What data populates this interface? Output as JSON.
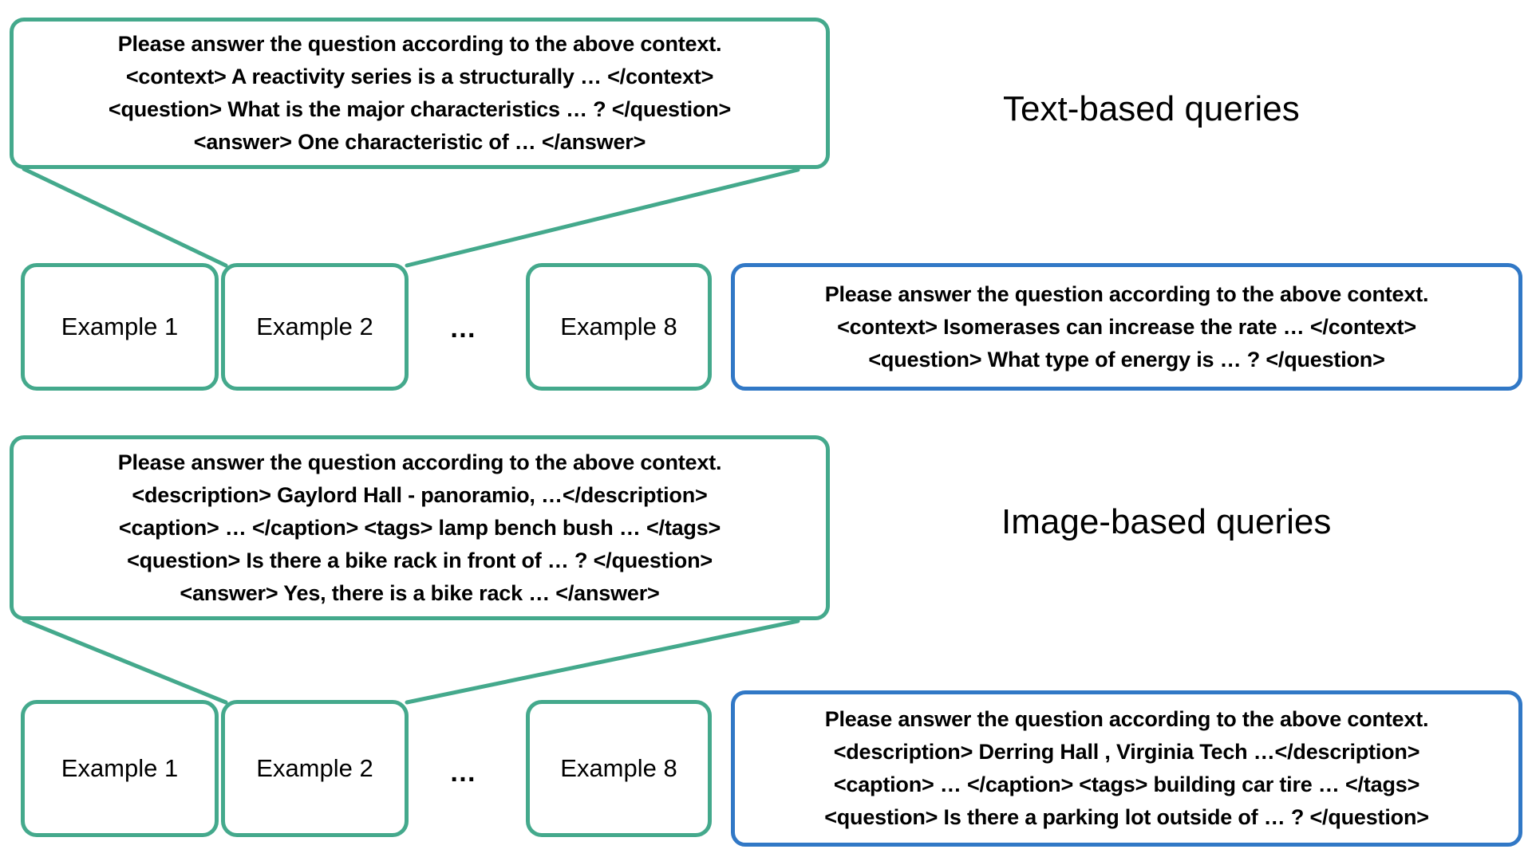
{
  "figure": {
    "sections": [
      {
        "id": "text-based",
        "title": "Text-based queries",
        "prompt_box": {
          "border_color": "#44a98c",
          "lines": [
            "Please answer the question according to the above context.",
            "<context> A reactivity series is a structurally … </context>",
            "<question> What is the major characteristics … ? </question>",
            "<answer> One characteristic of …  </answer>"
          ]
        },
        "query_box": {
          "border_color": "#3178c6",
          "lines": [
            "Please answer the question according to the above context.",
            "<context> Isomerases can increase the rate … </context>",
            "<question> What type of energy is  … ? </question>"
          ]
        },
        "examples": [
          {
            "label": "Example 1"
          },
          {
            "label": "Example 2"
          },
          {
            "label": "Example 8"
          }
        ],
        "ellipsis": "…"
      },
      {
        "id": "image-based",
        "title": "Image-based queries",
        "prompt_box": {
          "border_color": "#44a98c",
          "lines": [
            "Please answer the question according to the above context.",
            "<description> Gaylord Hall - panoramio, …</description>",
            "<caption> … </caption> <tags> lamp bench bush … </tags>",
            "<question> Is there a bike rack in front of … ? </question>",
            "<answer> Yes, there is a bike rack …  </answer>"
          ]
        },
        "query_box": {
          "border_color": "#3178c6",
          "lines": [
            "Please answer the question according to the above context.",
            "<description> Derring Hall , Virginia Tech …</description>",
            "<caption> … </caption> <tags> building car tire … </tags>",
            "<question> Is there a parking lot outside of … ? </question>"
          ]
        },
        "examples": [
          {
            "label": "Example 1"
          },
          {
            "label": "Example 2"
          },
          {
            "label": "Example 8"
          }
        ],
        "ellipsis": "…"
      }
    ],
    "colors": {
      "green": "#44a98c",
      "blue": "#3178c6",
      "text": "#000000",
      "background": "#ffffff"
    }
  }
}
